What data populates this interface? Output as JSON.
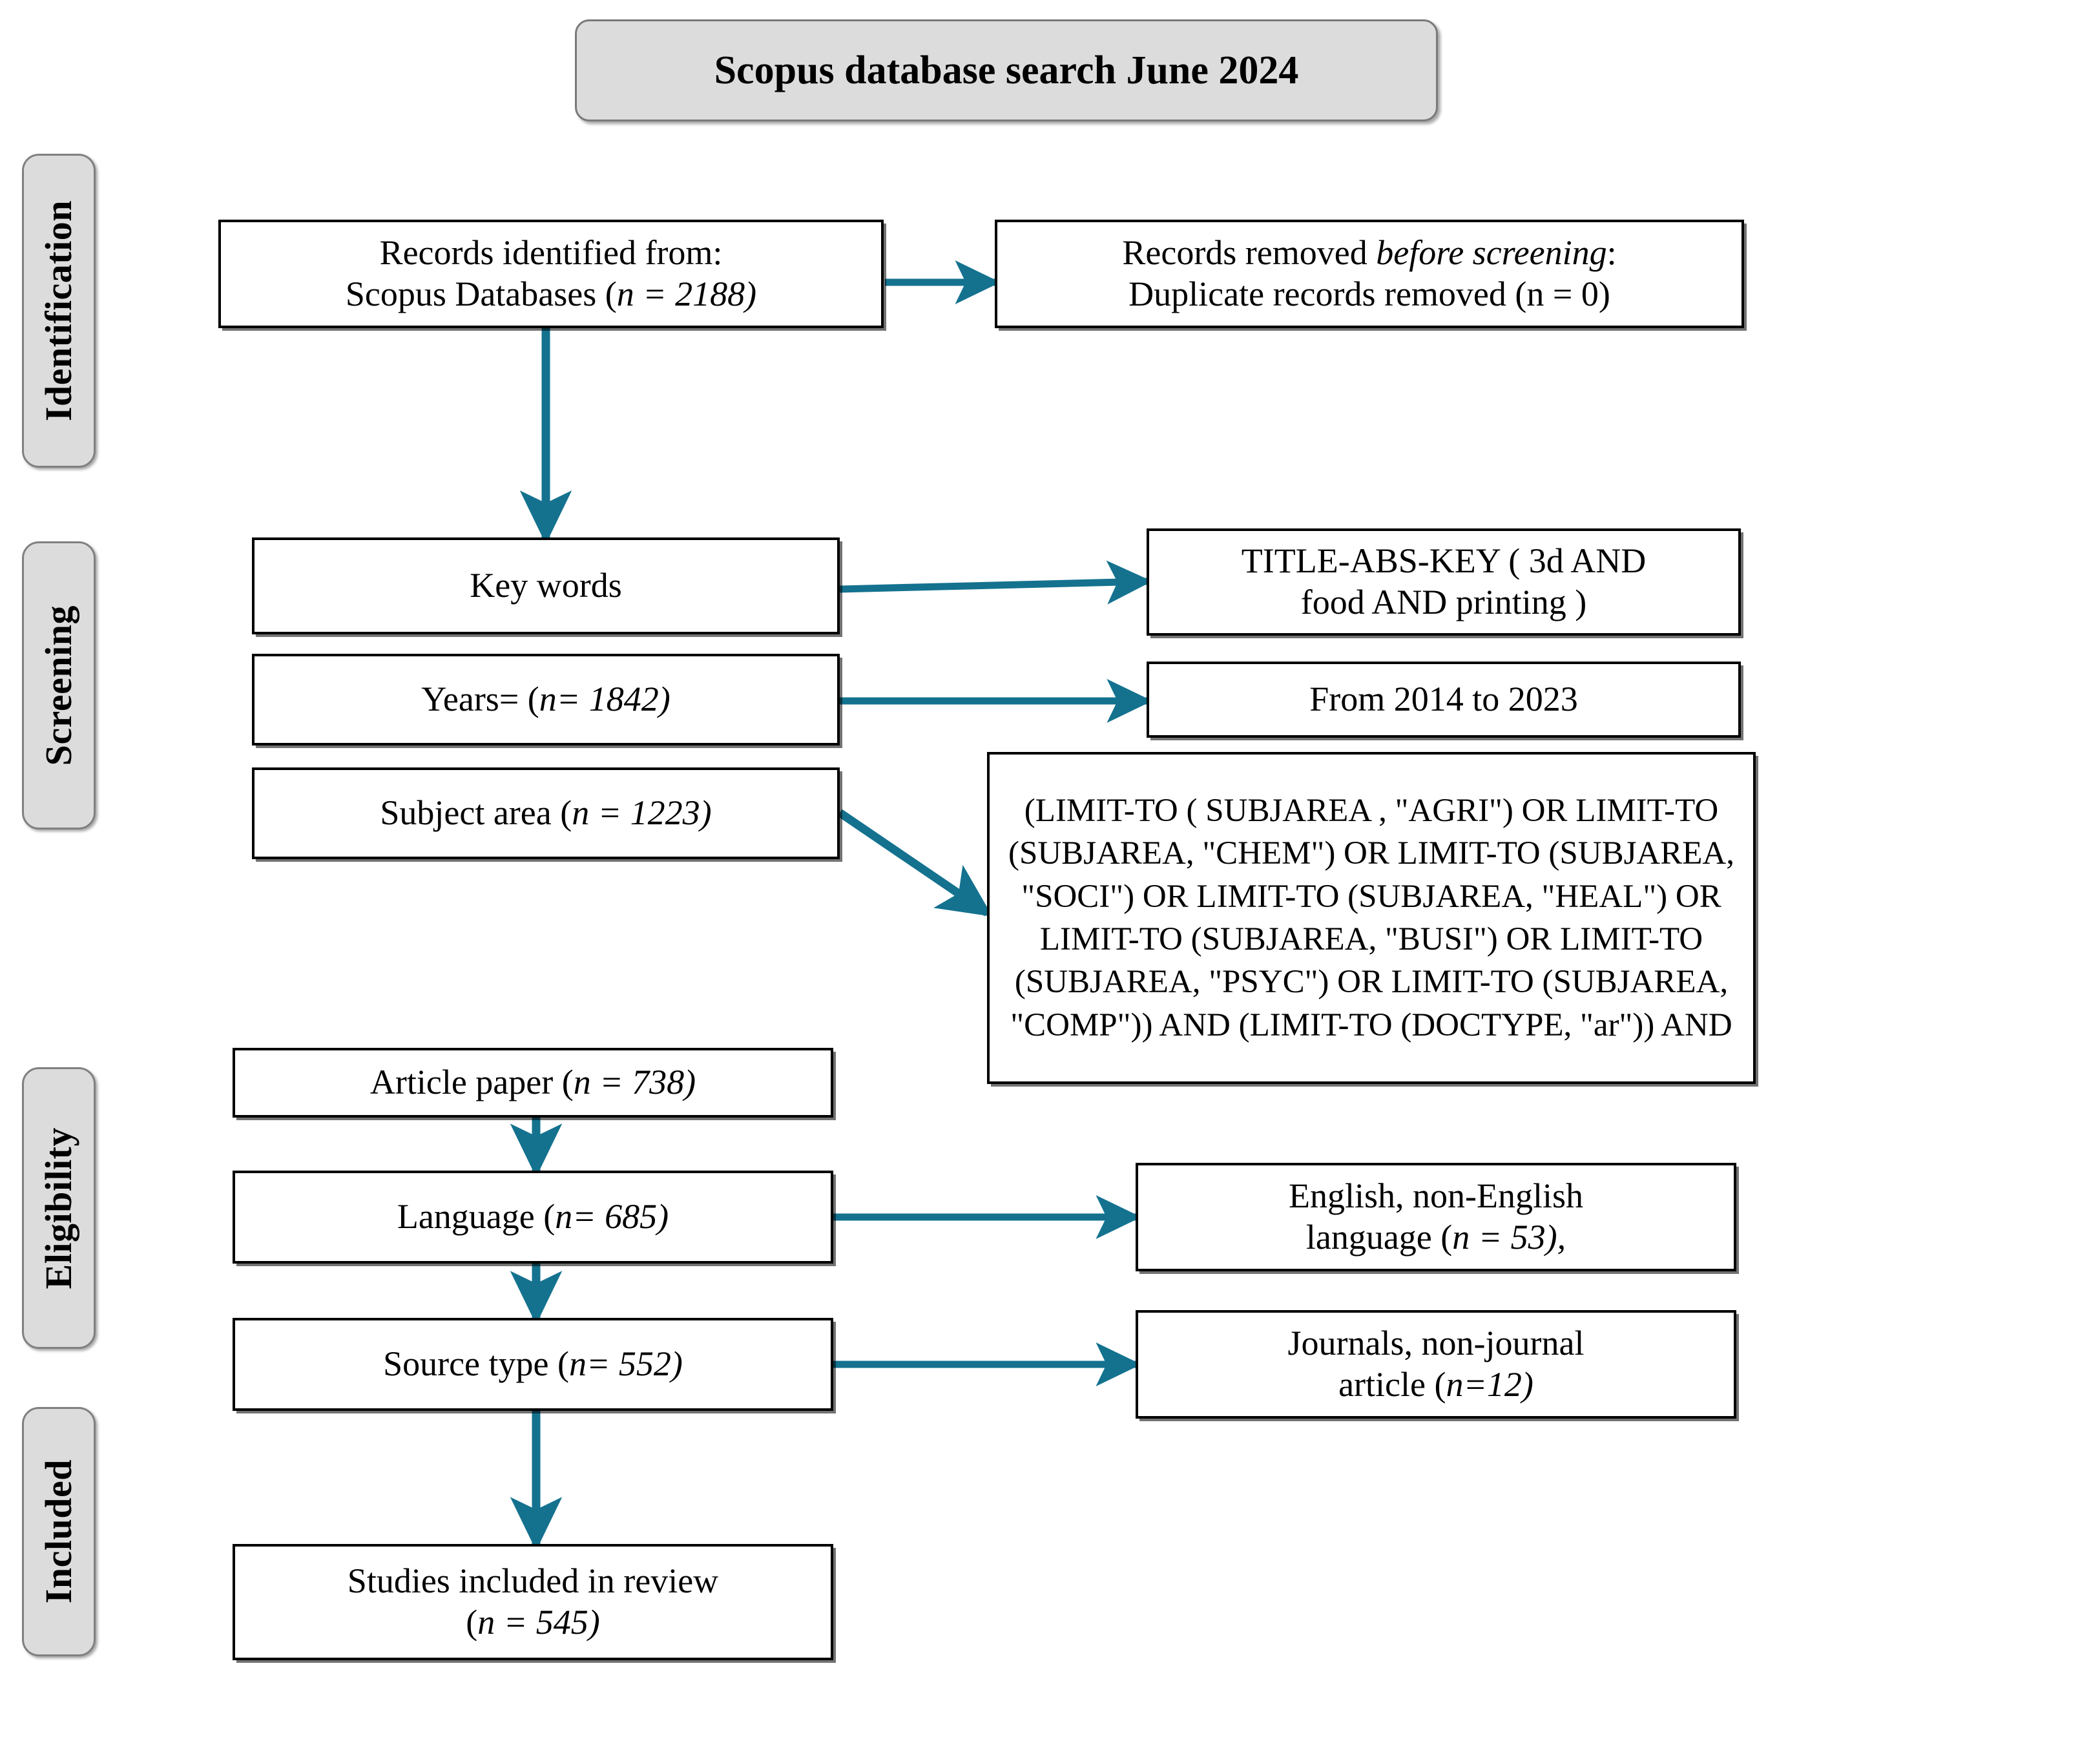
{
  "title": {
    "text": "Scopus database search June 2024"
  },
  "accent_color": "#14728F",
  "stages": [
    {
      "id": "identification",
      "label": "Identification"
    },
    {
      "id": "screening",
      "label": "Screening"
    },
    {
      "id": "eligibility",
      "label": "Eligibility"
    },
    {
      "id": "included",
      "label": "Included"
    }
  ],
  "boxes": {
    "records_identified": {
      "line1": "Records identified from:",
      "line2_pre": "Scopus Databases (",
      "line2_n": "n",
      "line2_post": " = 2188)"
    },
    "records_removed": {
      "line1_pre": "Records removed ",
      "line1_em": "before screening",
      "line1_post": ":",
      "line2": "Duplicate records removed (n = 0)"
    },
    "key_words": {
      "text": "Key words"
    },
    "title_abs_key": {
      "line1": "TITLE-ABS-KEY ( 3d AND",
      "line2": "food AND printing  )"
    },
    "years": {
      "pre": "Years= (",
      "n": "n",
      "post": "= 1842)"
    },
    "year_range": {
      "text": "From 2014 to 2023"
    },
    "subject_area": {
      "pre": "Subject area (",
      "n": "n",
      "post": " = 1223)"
    },
    "query": {
      "lines": [
        "(LIMIT-TO ( SUBJAREA , \"AGRI\") OR LIMIT-TO",
        "(SUBJAREA, \"CHEM\") OR LIMIT-TO (SUBJAREA,",
        "\"SOCI\") OR LIMIT-TO (SUBJAREA, \"HEAL\") OR",
        "LIMIT-TO (SUBJAREA, \"BUSI\") OR LIMIT-TO",
        "(SUBJAREA, \"PSYC\") OR LIMIT-TO (SUBJAREA,",
        "\"COMP\")) AND (LIMIT-TO (DOCTYPE, \"ar\")) AND"
      ]
    },
    "article_paper": {
      "pre": "Article paper (",
      "n": "n",
      "post": " = 738)"
    },
    "language": {
      "pre": "Language (",
      "n": "n",
      "post": "= 685)"
    },
    "language_detail": {
      "line1": "English, non-English",
      "line2_pre": "language (",
      "line2_n": "n",
      "line2_post": " = 53),"
    },
    "source_type": {
      "pre": "Source type (",
      "n": "n",
      "post": "= 552)"
    },
    "source_detail": {
      "line1": "Journals, non-journal",
      "line2_pre": "article (",
      "line2_n": "n",
      "line2_post": "=12)"
    },
    "included_studies": {
      "line1": "Studies included in review",
      "line2_pre": "(",
      "line2_n": "n",
      "line2_post": " = 545)"
    }
  }
}
